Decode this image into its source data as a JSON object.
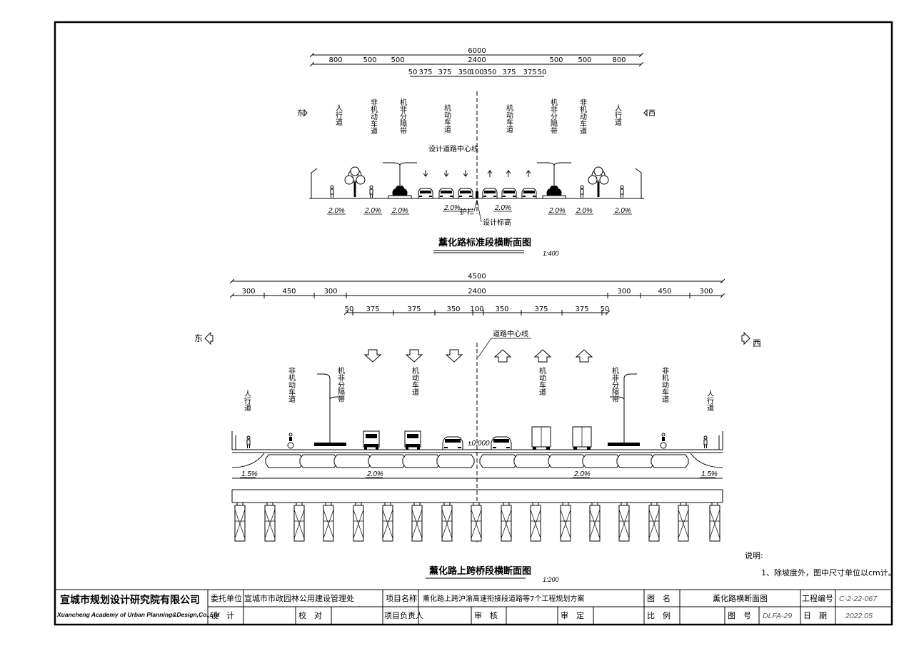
{
  "top": {
    "dims_total": "6000",
    "dims_row1": [
      "800",
      "500",
      "500",
      "2400",
      "500",
      "500",
      "800"
    ],
    "dims_row2": [
      "50",
      "375",
      "375",
      "350",
      "100",
      "350",
      "375",
      "375",
      "50"
    ],
    "dir_east": "东",
    "dir_west": "西",
    "lanes": {
      "ped": "人行道",
      "nonmotor": "非机动车道",
      "separator": "机非分隔带",
      "motor": "机动车道"
    },
    "center_label": "设计道路中心线",
    "guardrail": "护栏",
    "design_elev": "设计标高",
    "slopes": [
      "2.0%",
      "2.0%",
      "2.0%",
      "2.0%",
      "2.0%",
      "2.0%",
      "2.0%",
      "2.0%"
    ],
    "title": "薰化路标准段横断面图",
    "scale": "1:400"
  },
  "bottom": {
    "dims_total": "4500",
    "dims_row1": [
      "300",
      "450",
      "300",
      "2400",
      "300",
      "450",
      "300"
    ],
    "dims_row2": [
      "50",
      "375",
      "375",
      "350",
      "100",
      "350",
      "375",
      "375",
      "50"
    ],
    "dir_east": "东",
    "dir_west": "西",
    "center_label": "道路中心线",
    "elev": "±0.000",
    "slopes": [
      "1.5%",
      "2.0%",
      "2.0%",
      "1.5%"
    ],
    "title": "薰化路上跨桥段横断面图",
    "scale": "1:200"
  },
  "notes": {
    "heading": "说明:",
    "item1": "1、除坡度外，图中尺寸单位以cm计。"
  },
  "titleblock": {
    "company_cn": "宣城市规划设计研究院有限公司",
    "company_en": "Xuancheng Academy of Urban Planning&Design,Co.,Ltd",
    "client_label": "委托单位",
    "client_value": "宣城市市政园林公用建设管理处",
    "project_label": "项目名称",
    "project_value": "薰化路上跨沪渝高速衔接段道路等7个工程规划方案",
    "drawing_label": "图　名",
    "drawing_value": "薰化路横断面图",
    "job_label": "工程编号",
    "job_value": "C-2-22-067",
    "design_label": "设　计",
    "check_label": "校　对",
    "lead_label": "项目负责人",
    "review_label": "审　核",
    "approve_label": "审　定",
    "scale_label": "比　例",
    "drawno_label": "图　号",
    "drawno_value": "DLFA-29",
    "date_label": "日　期",
    "date_value": "2022.05"
  }
}
